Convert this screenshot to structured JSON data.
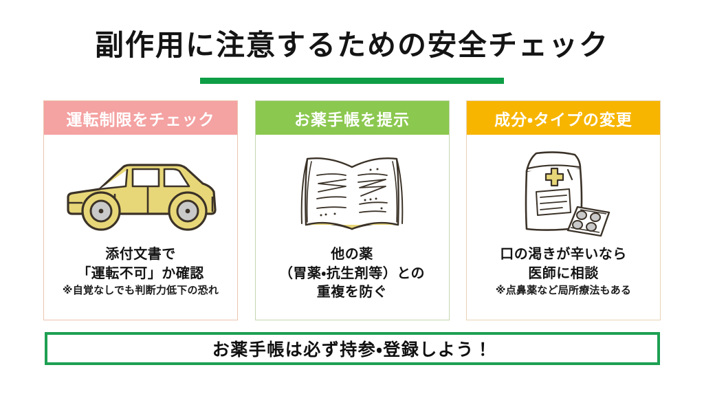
{
  "title": {
    "text": "副作用に注意するための安全チェック",
    "rule_color": "#0E9E45"
  },
  "cards": [
    {
      "header": "運転制限をチェック",
      "header_color": "#F4A2A2",
      "border_color": "#EBC4AE",
      "icon": "yellow-car-icon",
      "body": "添付文書で\n「運転不可」か確認",
      "note": "※自覚なしでも判断力低下の恐れ"
    },
    {
      "header": "お薬手帳を提示",
      "header_color": "#8BC84F",
      "border_color": "#C3D6AE",
      "icon": "open-book-icon",
      "body": "他の薬\n（胃薬・抗生剤等）との\n重複を防ぐ",
      "note": ""
    },
    {
      "header": "成分・タイプの変更",
      "header_color": "#F7B500",
      "border_color": "#E9D3B4",
      "icon": "medicine-bag-pills-icon",
      "body": "口の渇きが辛いなら\n医師に相談",
      "note": "※点鼻薬など局所療法もある"
    }
  ],
  "footer": {
    "text": "お薬手帳は必ず持参・登録しよう！",
    "border_color": "#1EA053"
  }
}
